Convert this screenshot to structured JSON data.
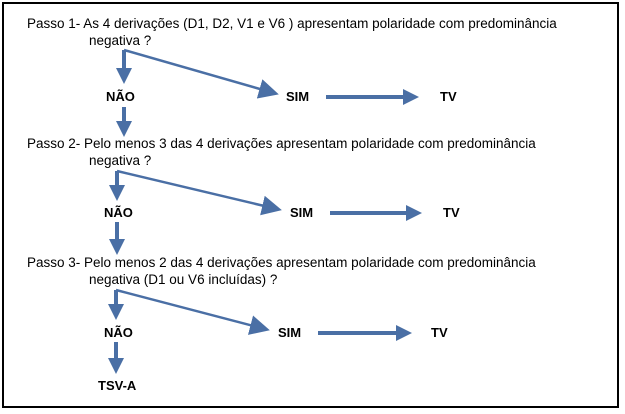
{
  "colors": {
    "arrow": "#4a6fa5",
    "border": "#000000",
    "text": "#000000"
  },
  "steps": [
    {
      "line1": "Passo 1- As 4 derivações (D1, D2, V1 e V6 ) apresentam polaridade com predominância",
      "line2": "negativa ?",
      "nao": "NÃO",
      "sim": "SIM",
      "result": "TV"
    },
    {
      "line1": "Passo 2- Pelo menos 3 das 4  derivações apresentam polaridade com predominância",
      "line2": "negativa ?",
      "nao": "NÃO",
      "sim": "SIM",
      "result": "TV"
    },
    {
      "line1": "Passo 3- Pelo menos 2 das 4 derivações apresentam polaridade com predominância",
      "line2": "negativa (D1 ou V6 incluídas) ?",
      "nao": "NÃO",
      "sim": "SIM",
      "result": "TV"
    }
  ],
  "final": "TSV-A"
}
